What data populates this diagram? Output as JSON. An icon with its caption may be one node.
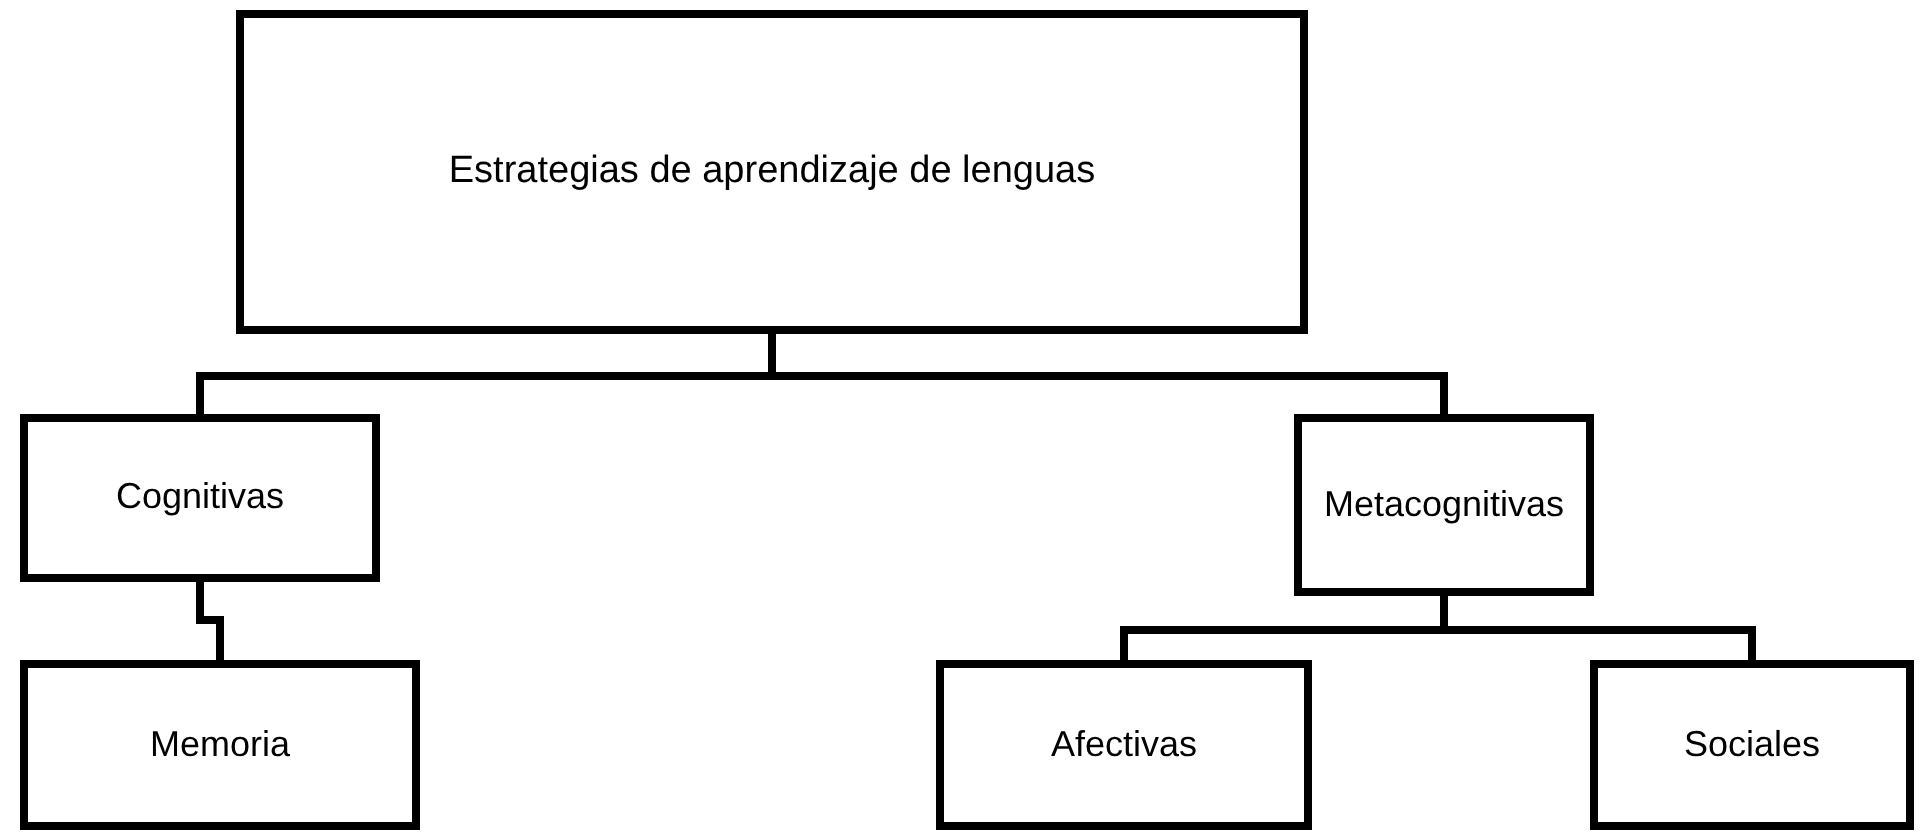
{
  "diagram": {
    "nodes": [
      {
        "text": [
          "Estrategias de aprendizaje de lenguas"
        ]
      },
      {
        "text": [
          "Cognitivas"
        ]
      },
      {
        "text": [
          "Metacognitivas"
        ]
      },
      {
        "text": [
          "Memoria"
        ]
      },
      {
        "text": [
          "Afectivas"
        ]
      },
      {
        "text": [
          "Sociales"
        ]
      }
    ],
    "edges": [
      {
        "from": 0,
        "to": 1,
        "arrow": "none"
      },
      {
        "from": 0,
        "to": 2,
        "arrow": "none"
      },
      {
        "from": 1,
        "to": 3,
        "arrow": "none"
      },
      {
        "from": 2,
        "to": 4,
        "arrow": "none"
      },
      {
        "from": 2,
        "to": 5,
        "arrow": "none"
      }
    ]
  }
}
